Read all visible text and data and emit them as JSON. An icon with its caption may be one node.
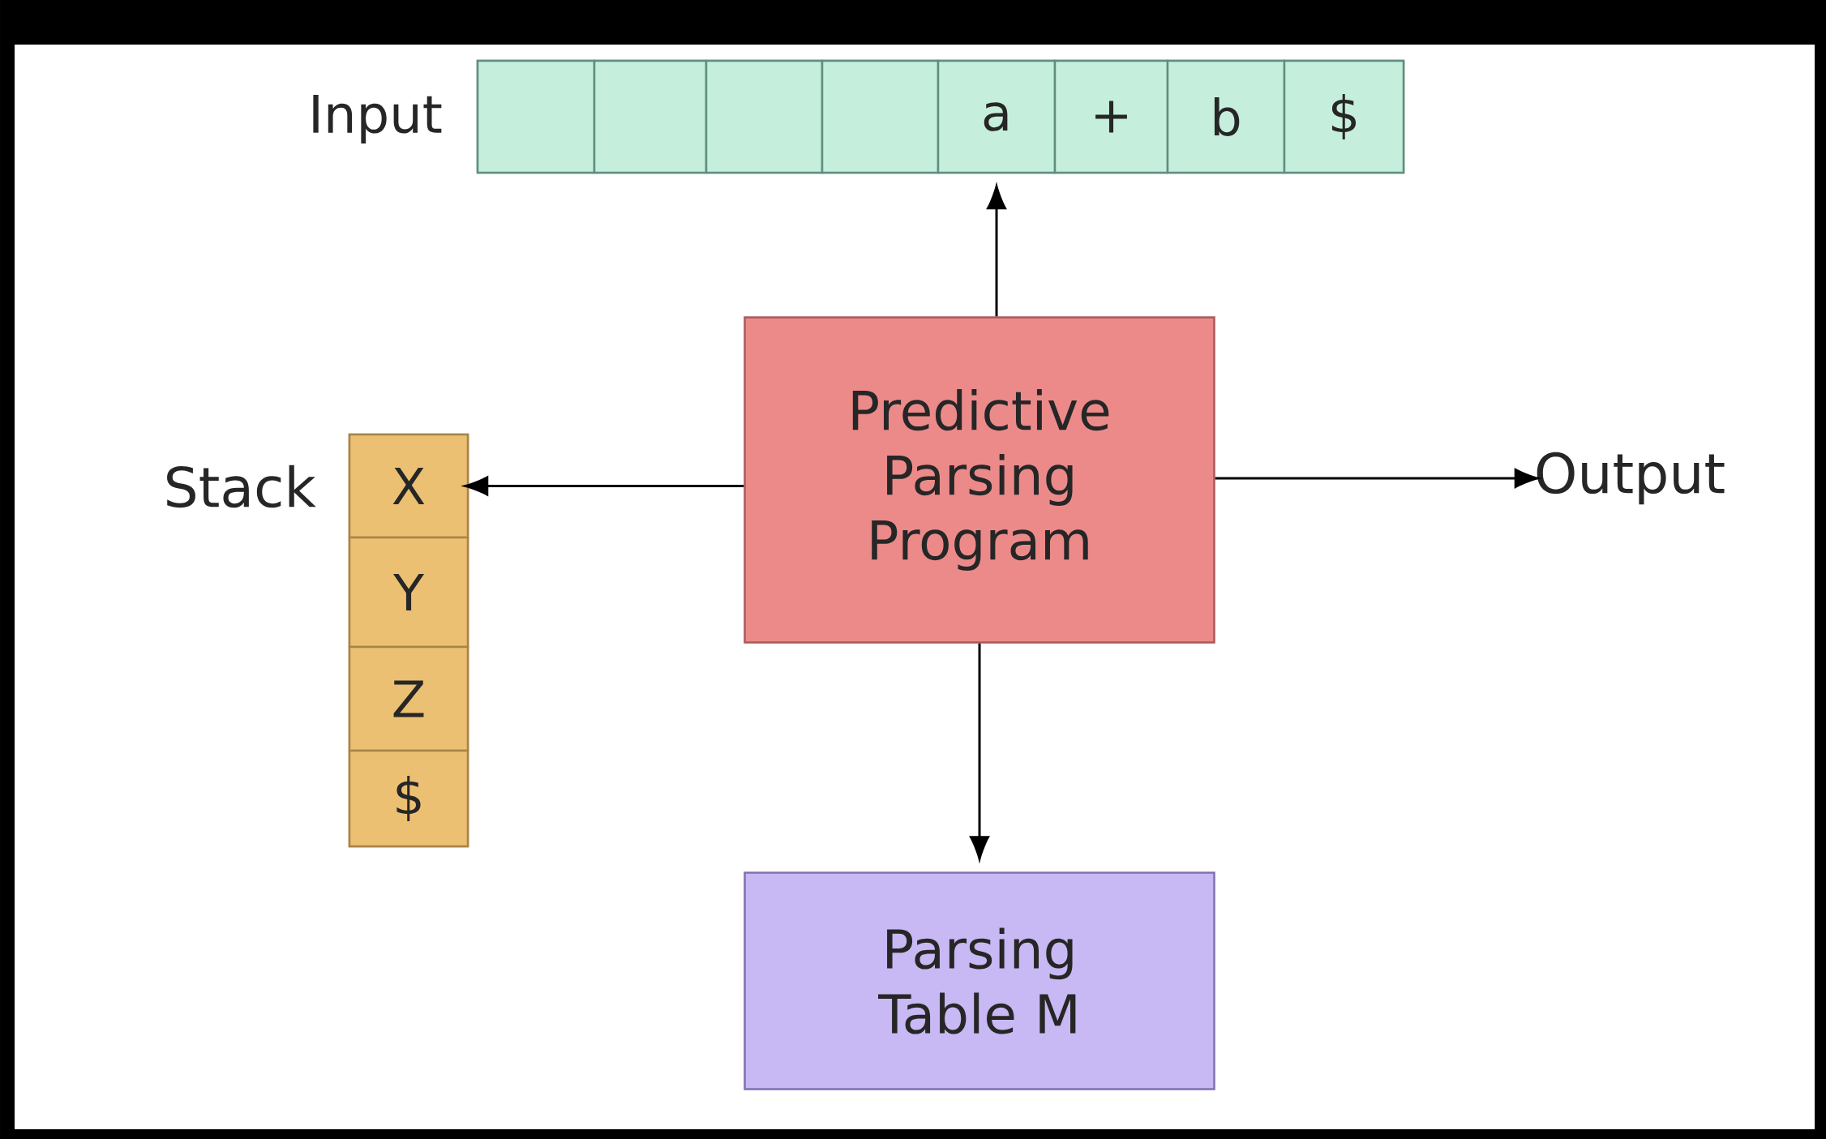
{
  "diagram": {
    "nodes": [
      {
        "text": [],
        "shape": "box",
        "beside": [
          "Input"
        ]
      },
      {
        "text": [],
        "shape": "box",
        "in": 0
      },
      {
        "text": [],
        "shape": "box",
        "in": 0
      },
      {
        "text": [],
        "shape": "box",
        "in": 0
      },
      {
        "text": [],
        "shape": "box",
        "in": 0
      },
      {
        "text": [
          "a"
        ],
        "in": 0
      },
      {
        "text": [
          "+"
        ],
        "in": 0
      },
      {
        "text": [
          "b"
        ],
        "in": 0
      },
      {
        "text": [
          "$"
        ],
        "in": 0
      },
      {
        "text": [
          "Predictive Parsing Program"
        ]
      },
      {
        "text": [],
        "shape": "box",
        "beside": [
          "Stack"
        ]
      },
      {
        "text": [
          "X"
        ],
        "in": 10
      },
      {
        "text": [
          "Y"
        ],
        "in": 10
      },
      {
        "text": [
          "Z"
        ],
        "in": 10
      },
      {
        "text": [
          "$"
        ],
        "in": 10
      },
      {
        "text": [
          "Output"
        ]
      },
      {
        "text": [
          "Parsing Table M"
        ]
      }
    ],
    "edges": [
      {
        "from": 9,
        "to": 5,
        "arrow": "to"
      },
      {
        "from": 9,
        "to": 11,
        "arrow": "to"
      },
      {
        "from": 9,
        "to": 15,
        "arrow": "to"
      },
      {
        "from": 9,
        "to": 16,
        "arrow": "to"
      }
    ]
  }
}
